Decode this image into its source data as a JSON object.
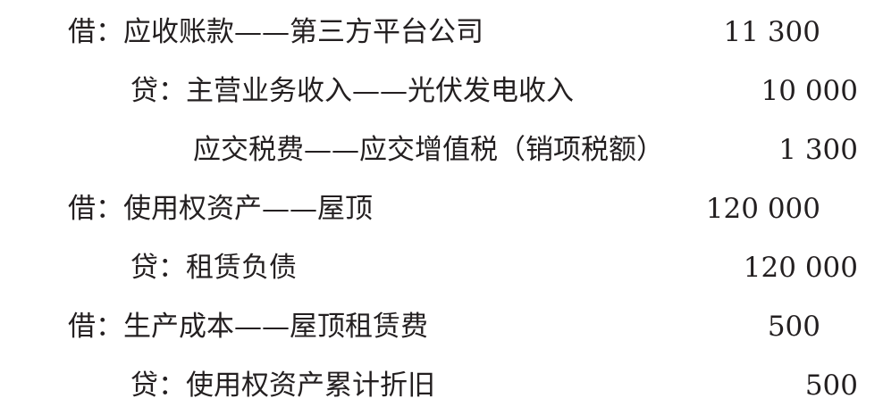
{
  "entries": [
    {
      "text": "借：应收账款——第三方平台公司",
      "amount": "11 300"
    },
    {
      "text": "贷：主营业务收入——光伏发电收入",
      "amount": "10 000"
    },
    {
      "text": "应交税费——应交增值税（销项税额）",
      "amount": "1 300"
    },
    {
      "text": "借：使用权资产——屋顶",
      "amount": "120 000"
    },
    {
      "text": "贷：租赁负债",
      "amount": "120 000"
    },
    {
      "text": "借：生产成本——屋顶租赁费",
      "amount": "500"
    },
    {
      "text": "贷：使用权资产累计折旧",
      "amount": "500"
    }
  ]
}
